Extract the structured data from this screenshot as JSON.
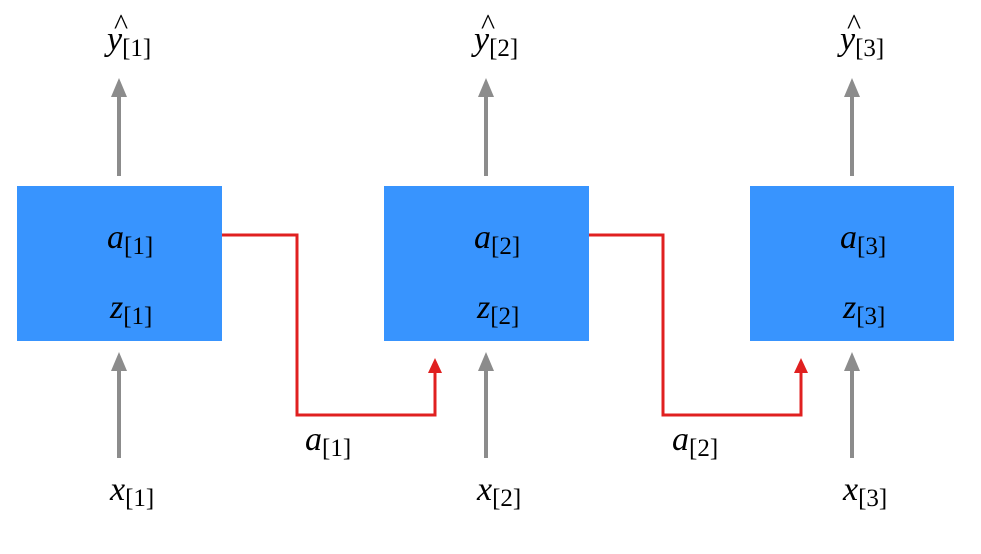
{
  "cells": [
    {
      "index": "[1]",
      "state_var": "a",
      "pre_var": "z",
      "output_var": "y",
      "input_var": "x"
    },
    {
      "index": "[2]",
      "state_var": "a",
      "pre_var": "z",
      "output_var": "y",
      "input_var": "x"
    },
    {
      "index": "[3]",
      "state_var": "a",
      "pre_var": "z",
      "output_var": "y",
      "input_var": "x"
    }
  ],
  "recurrent_links": [
    {
      "var": "a",
      "index": "[1]"
    },
    {
      "var": "a",
      "index": "[2]"
    }
  ],
  "hat_glyph": "^",
  "colors": {
    "cell_fill": "#3894fe",
    "io_arrow": "#8c8c8c",
    "recurrent_arrow": "#e02020",
    "text": "#000000"
  }
}
